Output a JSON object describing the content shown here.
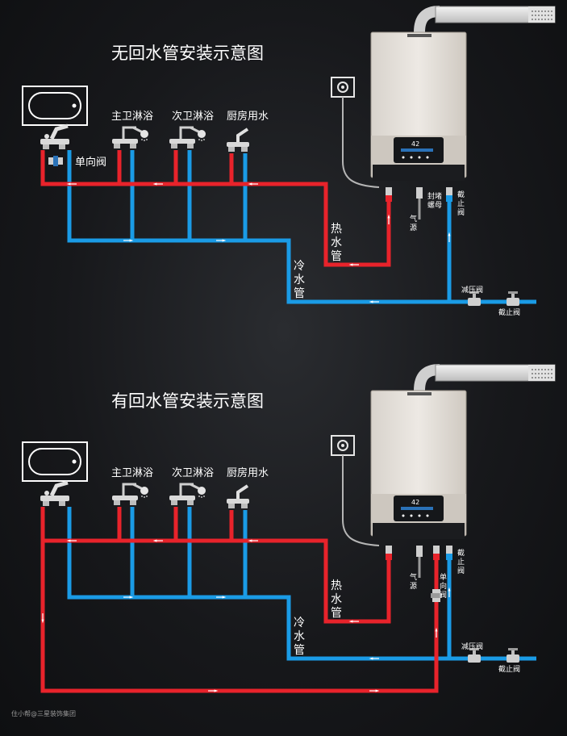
{
  "colors": {
    "hot": "#e8232b",
    "cold": "#1a9be6",
    "bg": "#17181b",
    "text": "#ffffff"
  },
  "icons": [
    "boiler-icon",
    "gas-socket-icon",
    "chimney-duct-icon",
    "bathtub-icon",
    "faucet-icon",
    "shower-icon",
    "valve-icon",
    "check-valve-icon"
  ],
  "diagram1": {
    "title": "无回水管安装示意图",
    "fixtures": [
      "主卫淋浴",
      "次卫淋浴",
      "厨房用水"
    ],
    "check_valve": "单向阀",
    "hot_pipe": [
      "热",
      "水",
      "管"
    ],
    "cold_pipe": [
      "冷",
      "水",
      "管"
    ],
    "gas": [
      "气",
      "源"
    ],
    "seal_nut": [
      "封堵",
      "螺母"
    ],
    "stop_valve_side": [
      "截",
      "止",
      "阀"
    ],
    "pressure_valve": "减压阀",
    "stop_valve": "截止阀",
    "display": "42"
  },
  "diagram2": {
    "title": "有回水管安装示意图",
    "fixtures": [
      "主卫淋浴",
      "次卫淋浴",
      "厨房用水"
    ],
    "hot_pipe": [
      "热",
      "水",
      "管"
    ],
    "cold_pipe": [
      "冷",
      "水",
      "管"
    ],
    "gas": [
      "气",
      "源"
    ],
    "check_valve_v": [
      "单",
      "向",
      "阀"
    ],
    "stop_valve_side": [
      "截",
      "止",
      "阀"
    ],
    "pressure_valve": "减压阀",
    "stop_valve": "截止阀",
    "display": "42"
  },
  "watermark": "住小帮@三星装饰集团"
}
